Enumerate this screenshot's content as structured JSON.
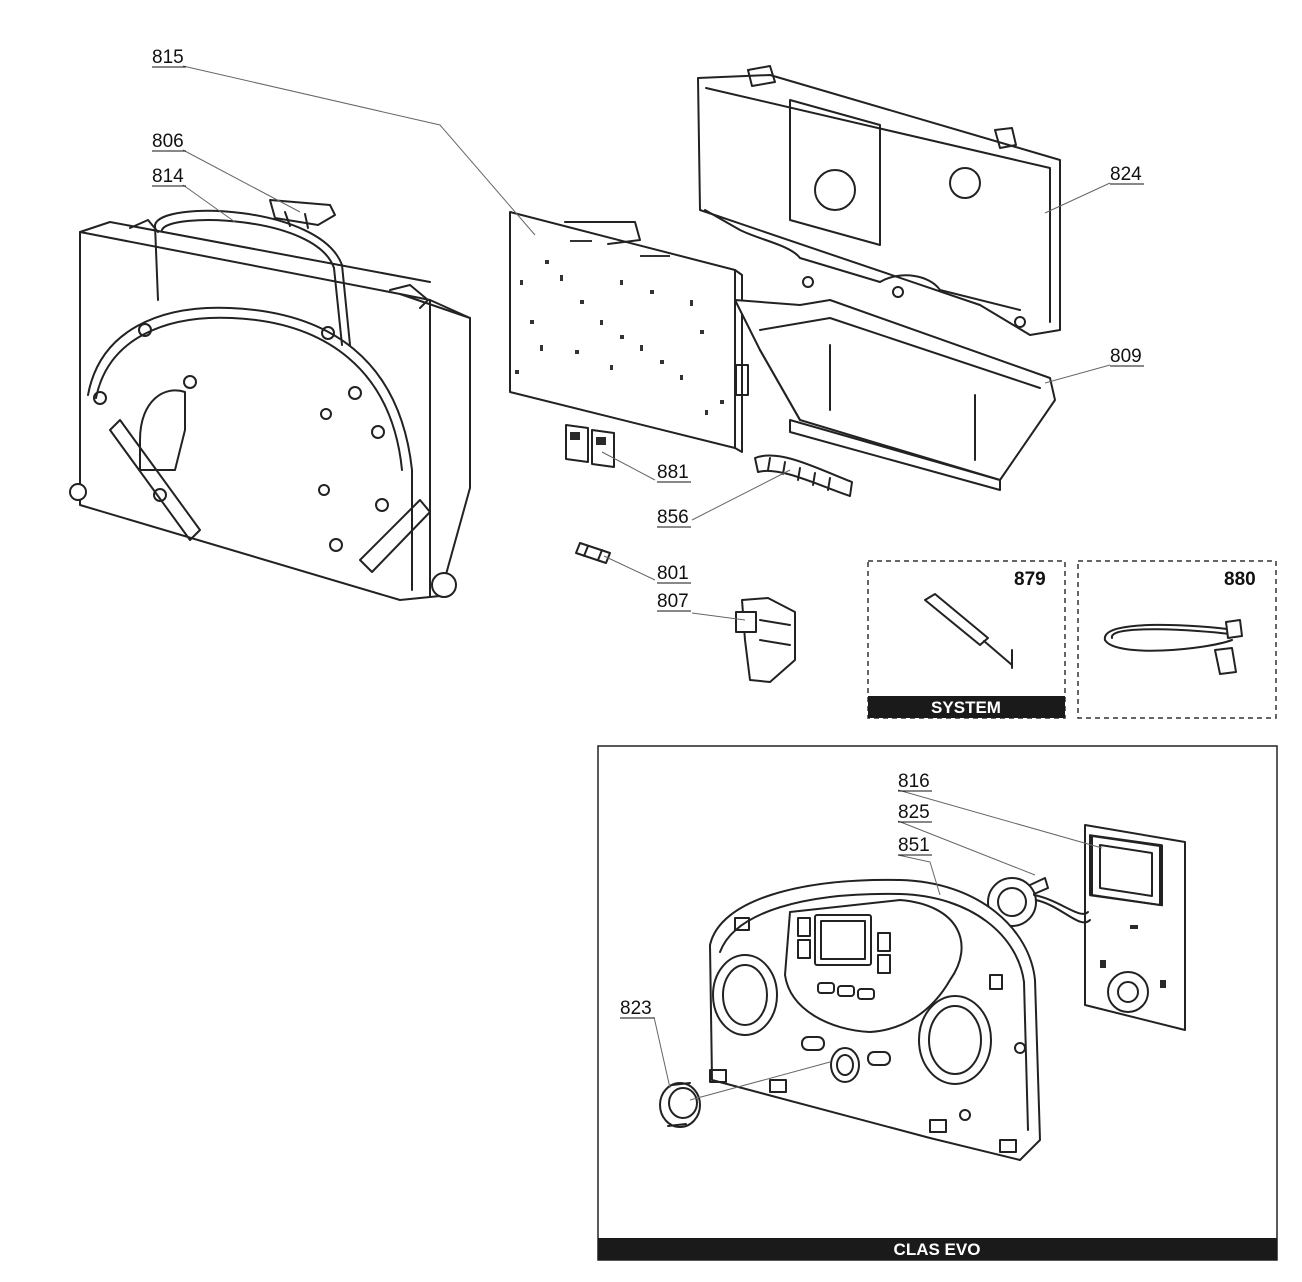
{
  "parts": [
    {
      "id": "p815",
      "number": "815"
    },
    {
      "id": "p806",
      "number": "806"
    },
    {
      "id": "p814",
      "number": "814"
    },
    {
      "id": "p824",
      "number": "824"
    },
    {
      "id": "p809",
      "number": "809"
    },
    {
      "id": "p881",
      "number": "881"
    },
    {
      "id": "p856",
      "number": "856"
    },
    {
      "id": "p801",
      "number": "801"
    },
    {
      "id": "p807",
      "number": "807"
    },
    {
      "id": "p879",
      "number": "879"
    },
    {
      "id": "p880",
      "number": "880"
    },
    {
      "id": "p816",
      "number": "816"
    },
    {
      "id": "p825",
      "number": "825"
    },
    {
      "id": "p851",
      "number": "851"
    },
    {
      "id": "p823",
      "number": "823"
    }
  ],
  "boxes": {
    "system_label": "SYSTEM",
    "clas_evo_label": "CLAS EVO"
  }
}
